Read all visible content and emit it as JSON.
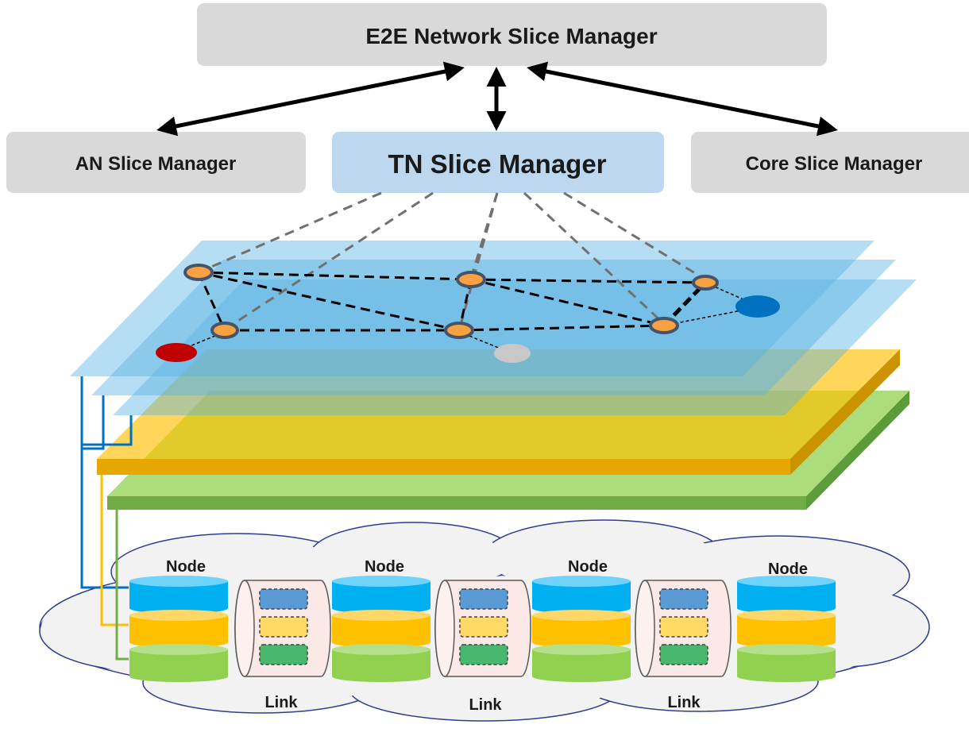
{
  "managers": {
    "e2e": "E2E Network Slice Manager",
    "an": "AN Slice Manager",
    "tn": "TN Slice Manager",
    "core": "Core Slice Manager"
  },
  "infrastructure": {
    "node_label": "Node",
    "link_label": "Link"
  },
  "colors": {
    "manager_gray": "#d9d9d9",
    "manager_tn": "#bdd7ee",
    "slice_blue": "#00b0f0",
    "slice_yellow": "#ffc000",
    "slice_green": "#92d050",
    "node_orange": "#f7a143",
    "endpoint_red": "#c00000",
    "endpoint_blue": "#0070c0",
    "endpoint_gray": "#c8c8c8",
    "cloud_fill": "#f2f2f2",
    "cloud_stroke": "#2f3c8f"
  },
  "icons": {
    "arrow": "double-headed-arrow",
    "storage": "cylinder-stack",
    "pipe": "link-pipe"
  }
}
